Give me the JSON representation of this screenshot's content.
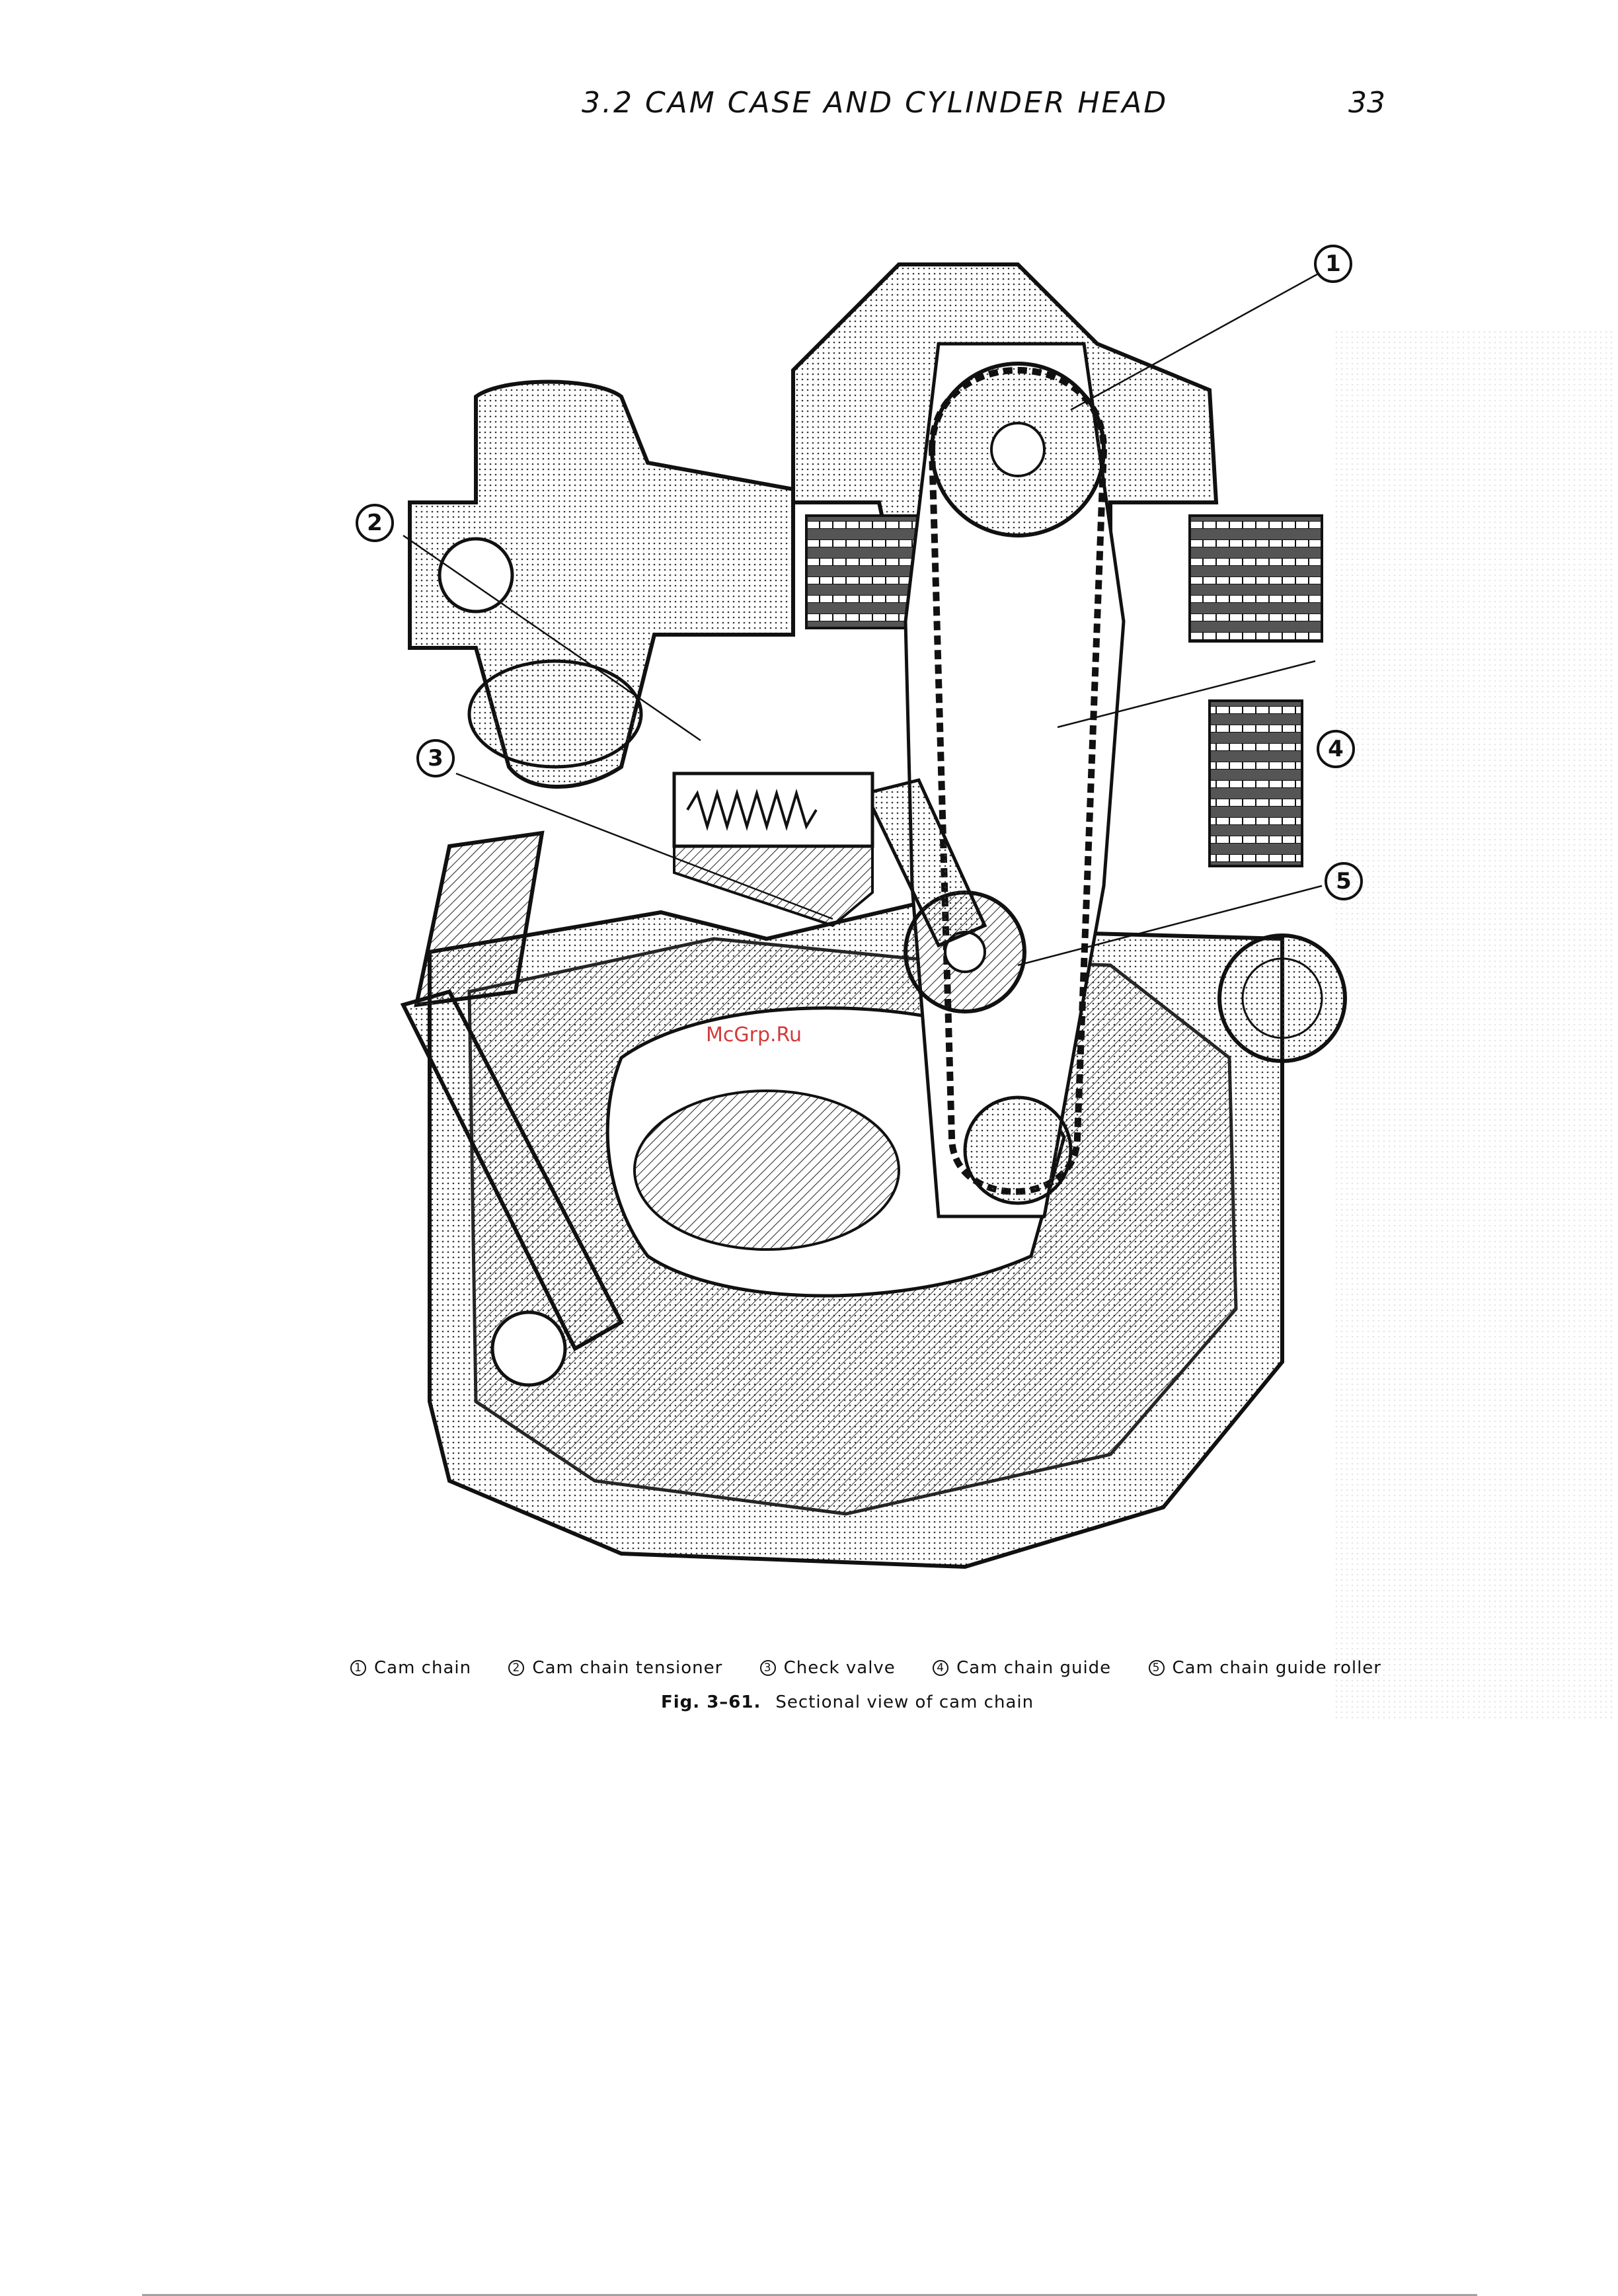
{
  "header": {
    "title": "3.2   CAM CASE AND CYLINDER HEAD",
    "page_number": "33"
  },
  "figure": {
    "callouts": [
      "1",
      "2",
      "3",
      "4",
      "5"
    ],
    "watermark": "McGrp.Ru",
    "parts": [
      {
        "num": "1",
        "label": "Cam chain"
      },
      {
        "num": "2",
        "label": "Cam chain tensioner"
      },
      {
        "num": "3",
        "label": "Check valve"
      },
      {
        "num": "4",
        "label": "Cam chain guide"
      },
      {
        "num": "5",
        "label": "Cam chain guide roller"
      }
    ],
    "caption_number": "Fig. 3–61.",
    "caption_text": "Sectional view of cam chain"
  }
}
